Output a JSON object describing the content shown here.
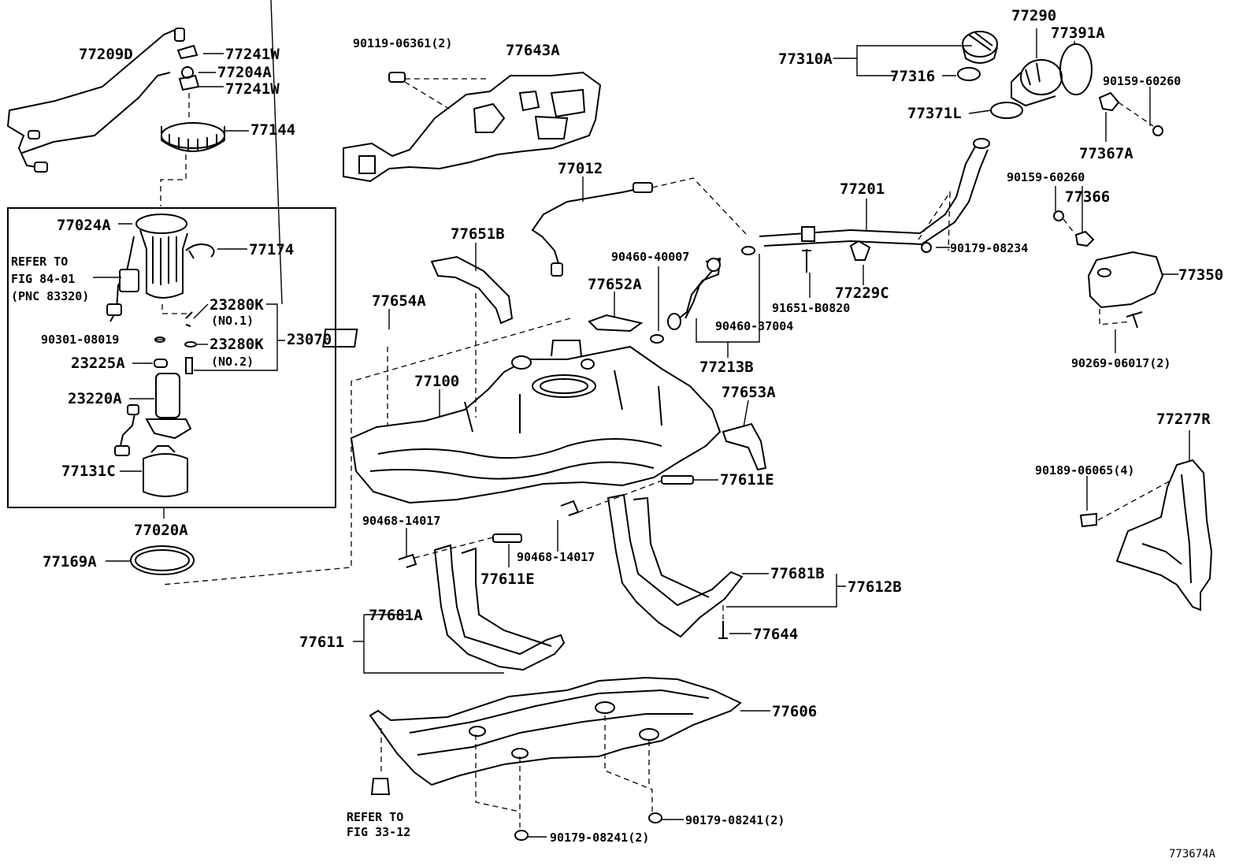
{
  "diagram": {
    "figure_code": "773674A",
    "refer_fig_84": [
      "REFER TO",
      "FIG 84-01",
      "(PNC 83320)"
    ],
    "refer_fig_33": [
      "REFER TO",
      "FIG 33-12"
    ],
    "parts": {
      "p77209D": "77209D",
      "p77241W_a": "77241W",
      "p77204A": "77204A",
      "p77241W_b": "77241W",
      "p77144": "77144",
      "p90119_06361": "90119-06361(2)",
      "p77643A": "77643A",
      "p77310A": "77310A",
      "p77316": "77316",
      "p77290": "77290",
      "p77391A": "77391A",
      "p90159_60260_a": "90159-60260",
      "p77371L": "77371L",
      "p77367A": "77367A",
      "p77012": "77012",
      "p77201": "77201",
      "p90159_60260_b": "90159-60260",
      "p77366": "77366",
      "p77024A": "77024A",
      "p77174": "77174",
      "p77651B": "77651B",
      "p90460_40007": "90460-40007",
      "p77652A": "77652A",
      "p90179_08234": "90179-08234",
      "p77229C": "77229C",
      "p91651_B0820": "91651-B0820",
      "p77350": "77350",
      "p23280K_1": "23280K",
      "p23280K_1_note": "(NO.1)",
      "p90301_08019": "90301-08019",
      "p23280K_2": "23280K",
      "p23280K_2_note": "(NO.2)",
      "p23070": "23070",
      "p23225A": "23225A",
      "p77654A": "77654A",
      "p90460_37004": "90460-37004",
      "p77213B": "77213B",
      "p90269_06017": "90269-06017(2)",
      "p77100": "77100",
      "p77653A": "77653A",
      "p23220A": "23220A",
      "p77277R": "77277R",
      "p77131C": "77131C",
      "p77611E_a": "77611E",
      "p90189_06065": "90189-06065(4)",
      "p77020A": "77020A",
      "p90468_14017_a": "90468-14017",
      "p90468_14017_b": "90468-14017",
      "p77169A": "77169A",
      "p77611E_b": "77611E",
      "p77681B": "77681B",
      "p77612B": "77612B",
      "p77681A": "77681A",
      "p77644": "77644",
      "p77611": "77611",
      "p77606": "77606",
      "p90179_08241_a": "90179-08241(2)",
      "p90179_08241_b": "90179-08241(2)"
    }
  }
}
